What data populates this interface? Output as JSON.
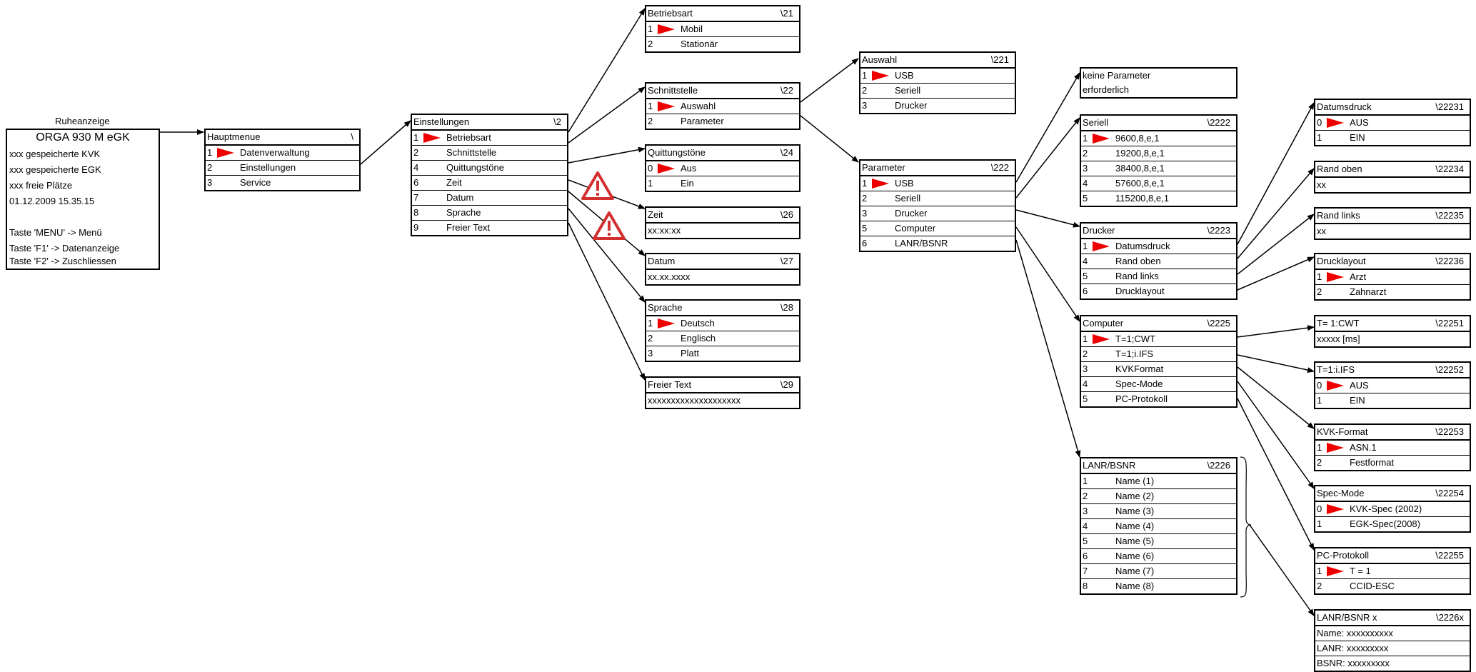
{
  "idle": {
    "caption": "Ruheanzeige",
    "title": "ORGA 930 M eGK",
    "lines": [
      "xxx  gespeicherte KVK",
      "xxx gespeicherte EGK",
      "xxx freie Plätze",
      "01.12.2009    15.35.15",
      "",
      "Taste 'MENU'   -> Menü",
      "Taste 'F1'   ->   Datenanzeige",
      "Taste 'F2'  ->   Zuschliessen"
    ]
  },
  "menus": {
    "hauptmenue": {
      "title": "Hauptmenue",
      "code": "\\",
      "items": [
        {
          "n": "1",
          "label": "Datenverwaltung",
          "sel": true
        },
        {
          "n": "2",
          "label": "Einstellungen"
        },
        {
          "n": "3",
          "label": "Service"
        }
      ]
    },
    "einstellungen": {
      "title": "Einstellungen",
      "code": "\\2",
      "items": [
        {
          "n": "1",
          "label": "Betriebsart",
          "sel": true
        },
        {
          "n": "2",
          "label": "Schnittstelle"
        },
        {
          "n": "4",
          "label": "Quittungstöne"
        },
        {
          "n": "6",
          "label": "Zeit"
        },
        {
          "n": "7",
          "label": "Datum"
        },
        {
          "n": "8",
          "label": "Sprache"
        },
        {
          "n": "9",
          "label": "Freier Text"
        }
      ]
    },
    "betriebsart": {
      "title": "Betriebsart",
      "code": "\\21",
      "items": [
        {
          "n": "1",
          "label": "Mobil",
          "sel": true
        },
        {
          "n": "2",
          "label": "Stationär"
        }
      ]
    },
    "schnittstelle": {
      "title": "Schnittstelle",
      "code": "\\22",
      "items": [
        {
          "n": "1",
          "label": "Auswahl",
          "sel": true
        },
        {
          "n": "2",
          "label": "Parameter"
        }
      ]
    },
    "quittungstoene": {
      "title": "Quittungstöne",
      "code": "\\24",
      "items": [
        {
          "n": "0",
          "label": "Aus",
          "sel": true
        },
        {
          "n": "1",
          "label": "Ein"
        }
      ]
    },
    "zeit": {
      "title": "Zeit",
      "code": "\\26",
      "items": [
        {
          "n": "",
          "label": "xx:xx:xx",
          "free": true
        }
      ]
    },
    "datum": {
      "title": "Datum",
      "code": "\\27",
      "items": [
        {
          "n": "",
          "label": "xx.xx.xxxx",
          "free": true
        }
      ]
    },
    "sprache": {
      "title": "Sprache",
      "code": "\\28",
      "items": [
        {
          "n": "1",
          "label": "Deutsch",
          "sel": true
        },
        {
          "n": "2",
          "label": "Englisch"
        },
        {
          "n": "3",
          "label": "Platt"
        }
      ]
    },
    "freiertext": {
      "title": "Freier Text",
      "code": "\\29",
      "items": [
        {
          "n": "",
          "label": "xxxxxxxxxxxxxxxxxxxx",
          "free": true
        }
      ]
    },
    "auswahl": {
      "title": "Auswahl",
      "code": "\\221",
      "items": [
        {
          "n": "1",
          "label": "USB",
          "sel": true
        },
        {
          "n": "2",
          "label": "Seriell"
        },
        {
          "n": "3",
          "label": "Drucker"
        }
      ]
    },
    "parameter": {
      "title": "Parameter",
      "code": "\\222",
      "items": [
        {
          "n": "1",
          "label": "USB",
          "sel": true
        },
        {
          "n": "2",
          "label": "Seriell"
        },
        {
          "n": "3",
          "label": "Drucker"
        },
        {
          "n": "5",
          "label": "Computer"
        },
        {
          "n": "6",
          "label": "LANR/BSNR"
        }
      ]
    },
    "keineparam": {
      "title": "",
      "code": "",
      "items": [
        {
          "n": "",
          "label": "keine Parameter",
          "free": true
        },
        {
          "n": "",
          "label": "erforderlich",
          "free": true
        }
      ]
    },
    "seriell": {
      "title": "Seriell",
      "code": "\\2222",
      "items": [
        {
          "n": "1",
          "label": "9600,8,e,1",
          "sel": true
        },
        {
          "n": "2",
          "label": "19200,8,e,1"
        },
        {
          "n": "3",
          "label": "38400,8,e,1"
        },
        {
          "n": "4",
          "label": "57600,8,e,1"
        },
        {
          "n": "5",
          "label": "115200,8,e,1"
        }
      ]
    },
    "drucker": {
      "title": "Drucker",
      "code": "\\2223",
      "items": [
        {
          "n": "1",
          "label": "Datumsdruck",
          "sel": true
        },
        {
          "n": "4",
          "label": "Rand oben"
        },
        {
          "n": "5",
          "label": "Rand links"
        },
        {
          "n": "6",
          "label": "Drucklayout"
        }
      ]
    },
    "computer": {
      "title": "Computer",
      "code": "\\2225",
      "items": [
        {
          "n": "1",
          "label": "T=1;CWT",
          "sel": true
        },
        {
          "n": "2",
          "label": "T=1;i.IFS"
        },
        {
          "n": "3",
          "label": "KVKFormat"
        },
        {
          "n": "4",
          "label": "Spec-Mode"
        },
        {
          "n": "5",
          "label": "PC-Protokoll"
        }
      ]
    },
    "lanr": {
      "title": "LANR/BSNR",
      "code": "\\2226",
      "items": [
        {
          "n": "1",
          "label": "Name (1)"
        },
        {
          "n": "2",
          "label": "Name (2)"
        },
        {
          "n": "3",
          "label": "Name (3)"
        },
        {
          "n": "4",
          "label": "Name (4)"
        },
        {
          "n": "5",
          "label": "Name (5)"
        },
        {
          "n": "6",
          "label": "Name (6)"
        },
        {
          "n": "7",
          "label": "Name (7)"
        },
        {
          "n": "8",
          "label": "Name (8)"
        }
      ]
    },
    "datumsdruck": {
      "title": "Datumsdruck",
      "code": "\\22231",
      "items": [
        {
          "n": "0",
          "label": "AUS",
          "sel": true
        },
        {
          "n": "1",
          "label": "EIN"
        }
      ]
    },
    "randoben": {
      "title": "Rand oben",
      "code": "\\22234",
      "items": [
        {
          "n": "",
          "label": "xx",
          "free": true
        }
      ]
    },
    "randlinks": {
      "title": "Rand links",
      "code": "\\22235",
      "items": [
        {
          "n": "",
          "label": "xx",
          "free": true
        }
      ]
    },
    "drucklayout": {
      "title": "Drucklayout",
      "code": "\\22236",
      "items": [
        {
          "n": "1",
          "label": "Arzt",
          "sel": true
        },
        {
          "n": "2",
          "label": "Zahnarzt"
        }
      ]
    },
    "cwt": {
      "title": "T= 1:CWT",
      "code": "\\22251",
      "items": [
        {
          "n": "",
          "label": "xxxxx [ms]",
          "free": true
        }
      ]
    },
    "ifs": {
      "title": "T=1:i.IFS",
      "code": "\\22252",
      "items": [
        {
          "n": "0",
          "label": "AUS",
          "sel": true
        },
        {
          "n": "1",
          "label": "EIN"
        }
      ]
    },
    "kvkformat": {
      "title": "KVK-Format",
      "code": "\\22253",
      "items": [
        {
          "n": "1",
          "label": "ASN.1",
          "sel": true
        },
        {
          "n": "2",
          "label": "Festformat"
        }
      ]
    },
    "specmode": {
      "title": "Spec-Mode",
      "code": "\\22254",
      "items": [
        {
          "n": "0",
          "label": "KVK-Spec (2002)",
          "sel": true
        },
        {
          "n": "1",
          "label": "EGK-Spec(2008)"
        }
      ]
    },
    "pcprotokoll": {
      "title": "PC-Protokoll",
      "code": "\\22255",
      "items": [
        {
          "n": "1",
          "label": "T = 1",
          "sel": true
        },
        {
          "n": "2",
          "label": "CCID-ESC"
        }
      ]
    },
    "lanrx": {
      "title": "LANR/BSNR  x",
      "code": "\\2226x",
      "items": [
        {
          "n": "",
          "label": "Name:  xxxxxxxxxx",
          "free": true
        },
        {
          "n": "",
          "label": "LANR:  xxxxxxxxx",
          "free": true
        },
        {
          "n": "",
          "label": "BSNR:  xxxxxxxxx",
          "free": true
        }
      ]
    }
  },
  "colors": {
    "accent": "#ee0000",
    "line": "#000000",
    "warning": "#d32f2f"
  },
  "icons": {
    "selection_marker": "red-triangle-icon",
    "warning": "warning-icon"
  }
}
